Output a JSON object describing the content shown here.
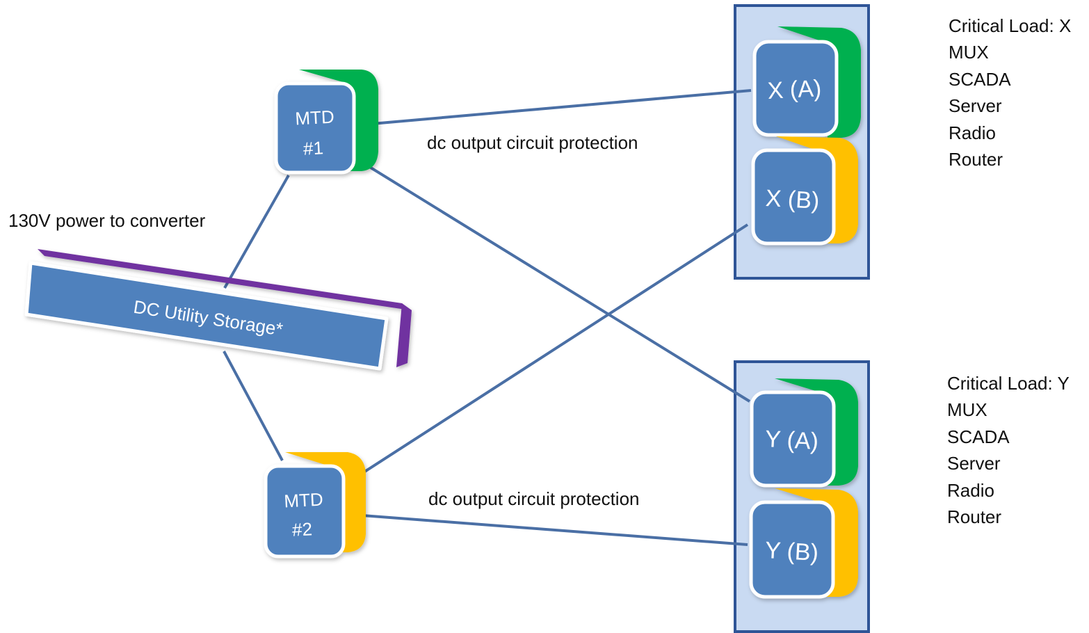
{
  "storage": {
    "label": "DC Utility Storage*",
    "color": "#7030a0"
  },
  "converters": [
    {
      "id": "mtd1",
      "line1": "MTD",
      "line2": "#1",
      "side_color": "#00b050"
    },
    {
      "id": "mtd2",
      "line1": "MTD",
      "line2": "#2",
      "side_color": "#ffc000"
    }
  ],
  "loads": [
    {
      "id": "xa",
      "label": "X (A)",
      "side_color": "#00b050"
    },
    {
      "id": "xb",
      "label": "X (B)",
      "side_color": "#ffc000"
    },
    {
      "id": "ya",
      "label": "Y (A)",
      "side_color": "#00b050"
    },
    {
      "id": "yb",
      "label": "Y (B)",
      "side_color": "#ffc000"
    }
  ],
  "annotations": {
    "power_to_converter": "130V power to converter",
    "circuit_protection_top": "dc output circuit protection",
    "circuit_protection_bottom": "dc output circuit protection"
  },
  "critical_load_x": {
    "title": "Critical Load: X",
    "items": [
      "MUX",
      "SCADA",
      "Server",
      "Radio",
      "Router"
    ]
  },
  "critical_load_y": {
    "title": "Critical Load: Y",
    "items": [
      "MUX",
      "SCADA",
      "Server",
      "Radio",
      "Router"
    ]
  },
  "colors": {
    "box_face": "#4f81bd",
    "line": "#4a6fa5",
    "panel_fill": "#c9daf2",
    "panel_border": "#2f5597"
  }
}
